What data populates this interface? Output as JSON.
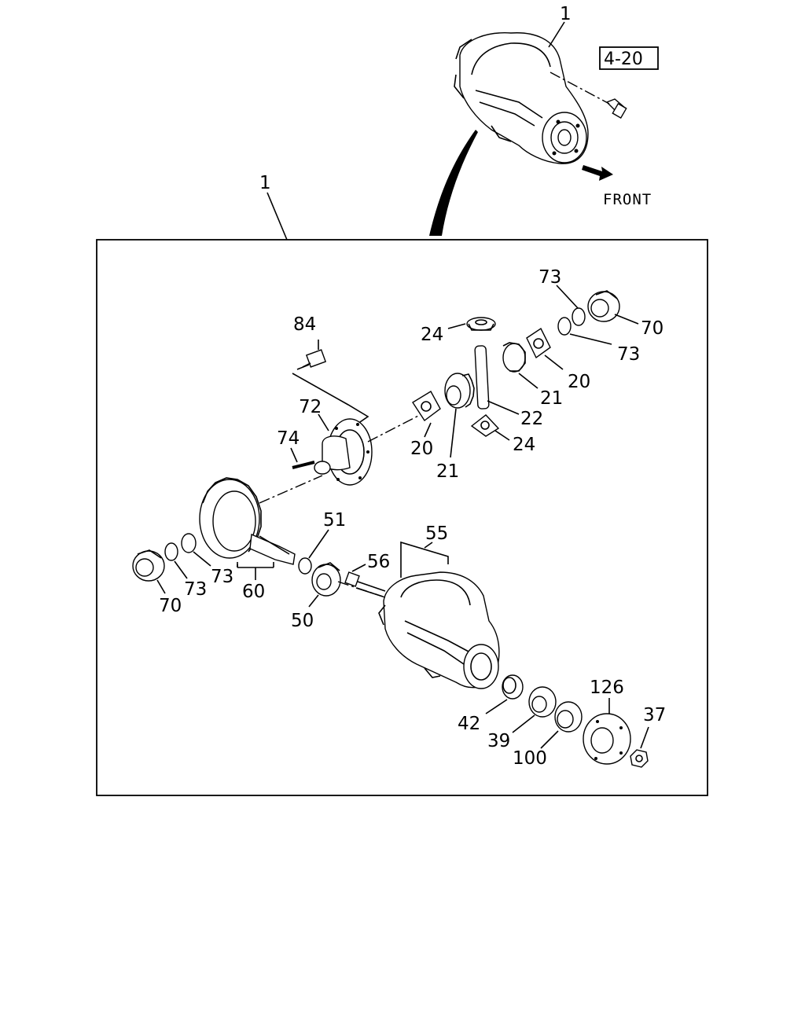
{
  "title_callout": "1",
  "inset_callout": "1",
  "reference_box": "4-20",
  "front_label": "FRONT",
  "callouts": {
    "p84": "84",
    "p72": "72",
    "p74": "74",
    "p24_top": "24",
    "p24_bottom": "24",
    "p20_left": "20",
    "p20_right": "20",
    "p21_left": "21",
    "p21_right": "21",
    "p22": "22",
    "p73_top": "73",
    "p73_mid": "73",
    "p73_left_a": "73",
    "p73_left_b": "73",
    "p70_right": "70",
    "p70_left": "70",
    "p60": "60",
    "p51": "51",
    "p50": "50",
    "p55": "55",
    "p56": "56",
    "p42": "42",
    "p39": "39",
    "p100": "100",
    "p126": "126",
    "p37": "37"
  },
  "icons": [
    "arrow-front-icon",
    "bolt-icon",
    "differential-carrier-icon"
  ]
}
